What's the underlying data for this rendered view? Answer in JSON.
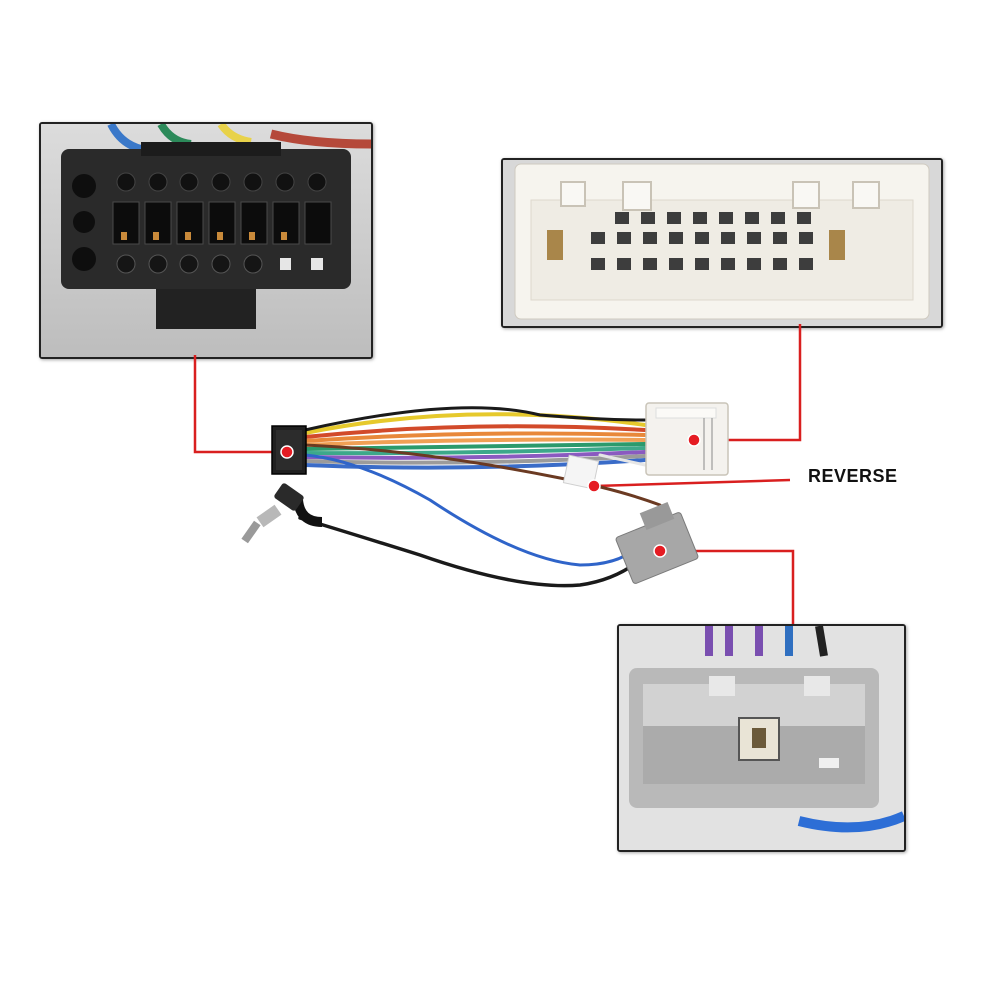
{
  "callouts": {
    "reverse_label": "REVERSE"
  },
  "colors": {
    "leader_line": "#d91f1f",
    "marker_dot": "#e51c23"
  },
  "components": [
    {
      "id": "head-unit-16pin-connector",
      "icon": "black-multi-pin-plug"
    },
    {
      "id": "vehicle-harness-connector",
      "icon": "white-multi-pin-plug"
    },
    {
      "id": "antenna-adapter-connector",
      "icon": "grey-single-pin-plug"
    },
    {
      "id": "antenna-jack",
      "icon": "right-angle-rf-plug"
    }
  ]
}
